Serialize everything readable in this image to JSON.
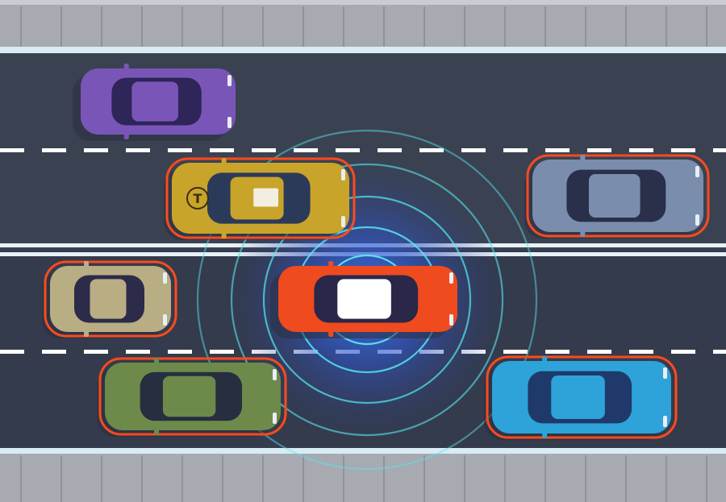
{
  "scene": {
    "description_label": "",
    "colors": {
      "sidewalk": "#a7abb1",
      "sidewalk_joint": "#8c9097",
      "curb": "#d9ecf4",
      "road": "#3a4252",
      "lane_marking": "#ffffff",
      "sensor_glow": "#2f62d6",
      "sensor_ring": "#52e6ef",
      "detection_outline": "#ff4a1c"
    },
    "cars": [
      {
        "id": "purple-car",
        "color": "#7a55b8",
        "cabin": "#2e2558",
        "detected": false
      },
      {
        "id": "taxi-car",
        "color": "#c9a42a",
        "cabin": "#2c3a5a",
        "detected": true,
        "taxi_mark": "T"
      },
      {
        "id": "gray-blue-car",
        "color": "#7a8dad",
        "cabin": "#2a2f4a",
        "detected": true
      },
      {
        "id": "beige-car",
        "color": "#b9ad84",
        "cabin": "#2c2b4a",
        "detected": true
      },
      {
        "id": "autonomous-red-car",
        "color": "#f04a1f",
        "cabin": "#2a2748",
        "detected": false
      },
      {
        "id": "green-car",
        "color": "#6d8a4a",
        "cabin": "#262e3f",
        "detected": true
      },
      {
        "id": "teal-car",
        "color": "#2ea3d9",
        "cabin": "#1f3a6a",
        "detected": true
      }
    ]
  }
}
